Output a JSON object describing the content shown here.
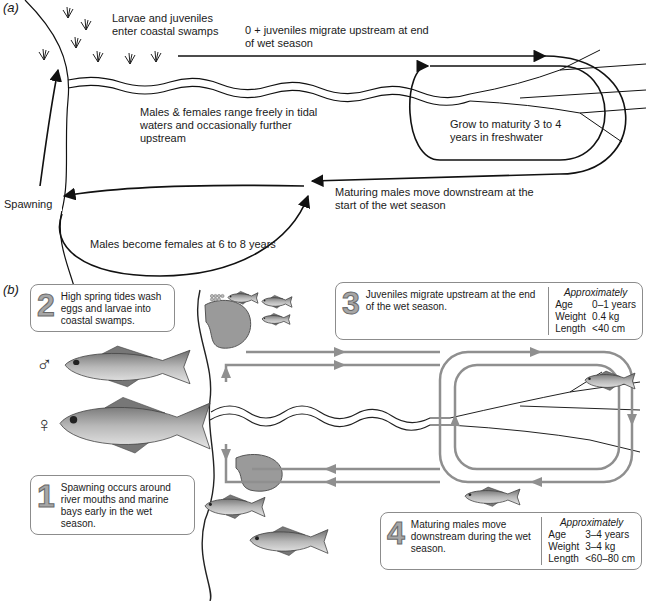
{
  "diagram": {
    "nodes": [
      {
        "text": [
          "2",
          "High spring tides wash eggs and larvae into coastal swamps."
        ]
      },
      {
        "text": [
          "3",
          "Juveniles migrate upstream at the end of the wet season.",
          "Approximately",
          "Age",
          "0–1 years",
          "Weight",
          "0.4 kg",
          "Length",
          "<40 cm"
        ]
      },
      {
        "text": [
          "1",
          "Spawning occurs around river mouths and marine bays early in the wet season."
        ]
      },
      {
        "text": [
          "4",
          "Maturing males move downstream during the wet season.",
          "Approximately",
          "Age",
          "3–4 years",
          "Weight",
          "3–4 kg",
          "Length",
          "<60–80 cm"
        ]
      }
    ],
    "labels": [
      "(a)",
      "Larvae and juveniles enter coastal swamps",
      "0 + juveniles migrate upstream at end of wet season",
      "Males & females range freely in tidal waters and occasionally further upstream",
      "Grow to maturity 3 to 4 years in freshwater",
      "Spawning",
      "Maturing males move downstream at the start of the wet season",
      "Males become females at 6 to 8 years",
      "(b)",
      "♂",
      "♀"
    ]
  }
}
